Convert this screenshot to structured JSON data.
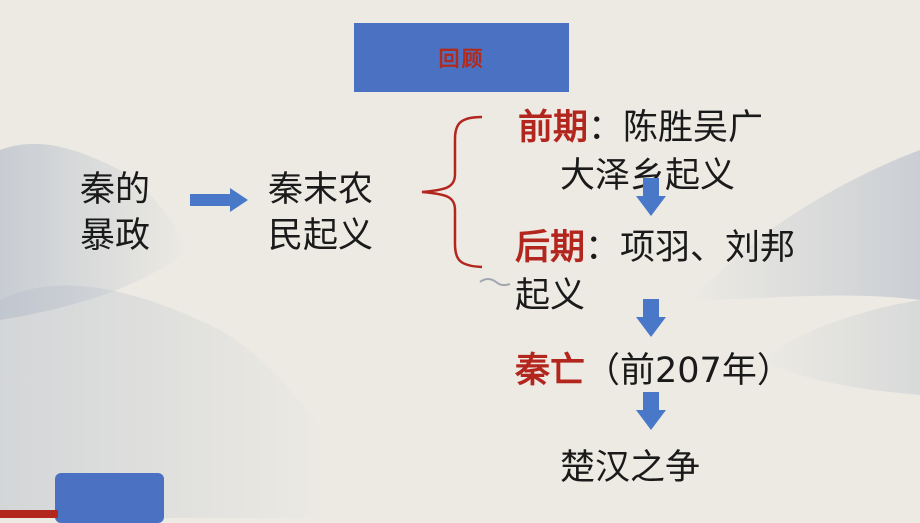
{
  "title": "回顾",
  "cause": [
    "秦的",
    "暴政"
  ],
  "uprising": [
    "秦末农",
    "民起义"
  ],
  "early": {
    "label": "前期",
    "colon": "：",
    "line1": "陈胜吴广",
    "line2": "大泽乡起义"
  },
  "late": {
    "label": "后期",
    "colon": "：",
    "line1": "项羽、刘邦",
    "line2": "起义"
  },
  "fall": {
    "label": "秦亡",
    "detail": "（前207年）"
  },
  "result": "楚汉之争",
  "colors": {
    "accent_blue": "#4b72c2",
    "accent_red": "#b3261e",
    "arrow_blue": "#4a78c8"
  }
}
